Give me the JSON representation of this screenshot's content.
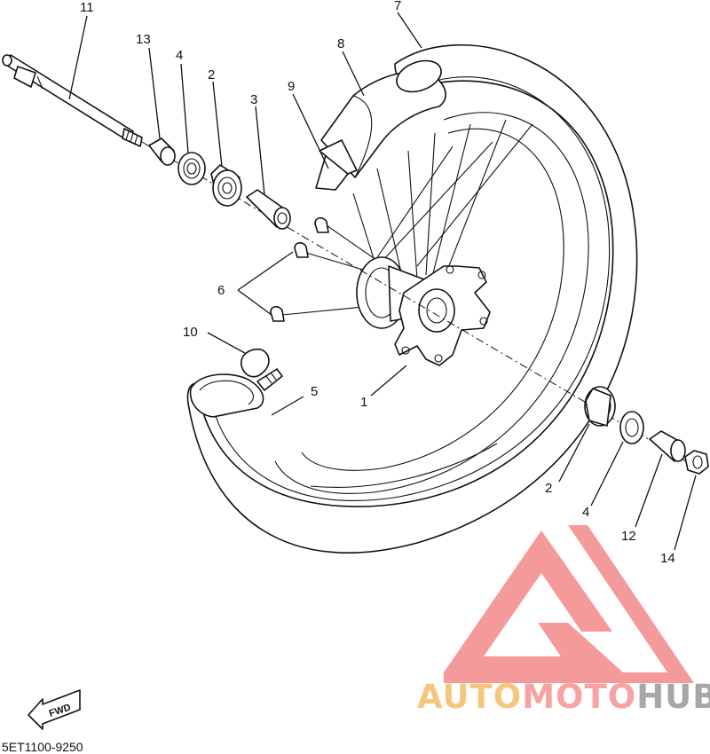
{
  "diagram": {
    "callouts": [
      {
        "id": "c11",
        "label": "11"
      },
      {
        "id": "c7",
        "label": "7"
      },
      {
        "id": "c13",
        "label": "13"
      },
      {
        "id": "c4a",
        "label": "4"
      },
      {
        "id": "c2a",
        "label": "2"
      },
      {
        "id": "c8",
        "label": "8"
      },
      {
        "id": "c9",
        "label": "9"
      },
      {
        "id": "c3",
        "label": "3"
      },
      {
        "id": "c6",
        "label": "6"
      },
      {
        "id": "c10",
        "label": "10"
      },
      {
        "id": "c5",
        "label": "5"
      },
      {
        "id": "c1",
        "label": "1"
      },
      {
        "id": "c2b",
        "label": "2"
      },
      {
        "id": "c4b",
        "label": "4"
      },
      {
        "id": "c12",
        "label": "12"
      },
      {
        "id": "c14",
        "label": "14"
      }
    ],
    "fwd_label": "FWD",
    "drawing_code": "5ET1100-9250"
  },
  "watermark": {
    "word_part1": "AUTO",
    "word_part2": "MOTO",
    "word_part3": "HUB",
    "colors": {
      "part1": "#f5c77e",
      "part2": "#f7a3a3",
      "part3": "#a7a7a7",
      "logo": "#f59a9a"
    }
  }
}
